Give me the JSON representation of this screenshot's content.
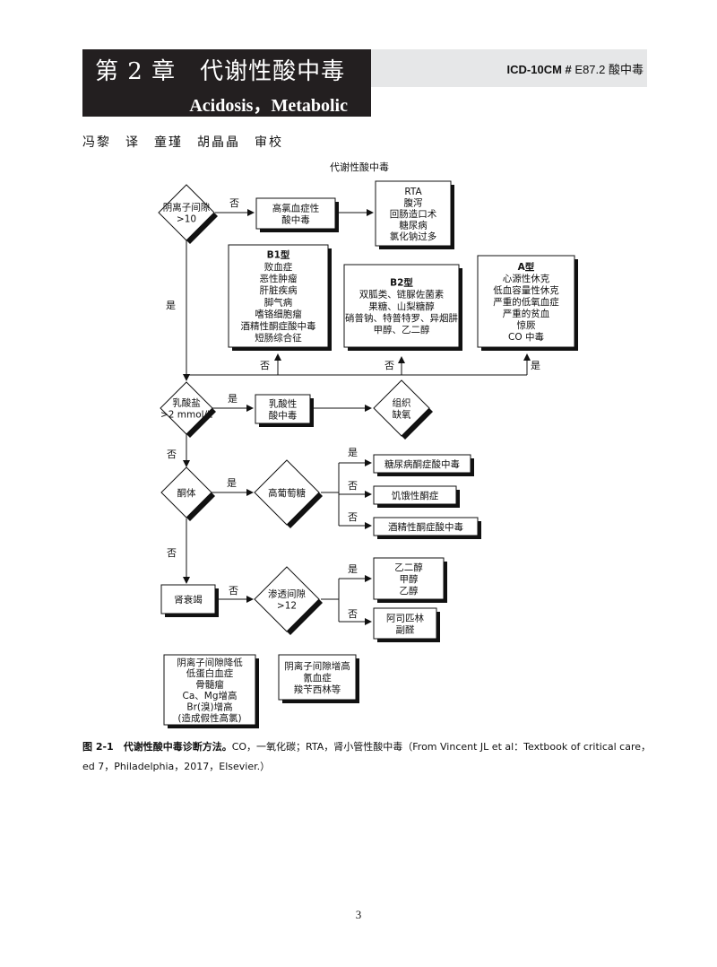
{
  "header": {
    "chapter_title": "第 2 章　代谢性酸中毒",
    "english_title": "Acidosis，Metabolic",
    "icd_label": "ICD-10CM #",
    "icd_code": "E87.2 酸中毒"
  },
  "authors": "冯黎　译　童瑾　胡晶晶　审校",
  "flowchart": {
    "title": "代谢性酸中毒",
    "nodes": {
      "d_anion_gap": [
        "阴离子间隙",
        ">10"
      ],
      "b_hyperchloremic": [
        "高氯血症性",
        "酸中毒"
      ],
      "b_rta_list": [
        "RTA",
        "腹泻",
        "回肠造口术",
        "糖尿病",
        "氯化钠过多"
      ],
      "b_b1": [
        "B1型",
        "败血症",
        "恶性肿瘤",
        "肝脏疾病",
        "脚气病",
        "嗜铬细胞瘤",
        "酒精性酮症酸中毒",
        "短肠综合征"
      ],
      "b_b2": [
        "B2型",
        "双胍类、链脲佐菌素",
        "果糖、山梨糖醇",
        "硝普钠、特普特罗、异烟肼",
        "甲醇、乙二醇"
      ],
      "b_a": [
        "A型",
        "心源性休克",
        "低血容量性休克",
        "严重的低氧血症",
        "严重的贫血",
        "惊厥",
        "CO 中毒"
      ],
      "d_lactate": [
        "乳酸盐",
        ">2 mmol/L"
      ],
      "b_lactic": [
        "乳酸性",
        "酸中毒"
      ],
      "d_hypoxia": [
        "组织",
        "缺氧"
      ],
      "d_ketone": [
        "酮体"
      ],
      "d_glucose": [
        "高葡萄糖"
      ],
      "b_dka": [
        "糖尿病酮症酸中毒"
      ],
      "b_starvation": [
        "饥饿性酮症"
      ],
      "b_alcoholic": [
        "酒精性酮症酸中毒"
      ],
      "b_renal": [
        "肾衰竭"
      ],
      "d_osmolar": [
        "渗透间隙",
        ">12"
      ],
      "b_toxic_alcohols": [
        "乙二醇",
        "甲醇",
        "乙醇"
      ],
      "b_aspirin": [
        "阿司匹林",
        "副醛"
      ],
      "b_low_gap": [
        "阴离子间隙降低",
        "低蛋白血症",
        "骨髓瘤",
        "Ca、Mg增高",
        "Br(溴)增高",
        "(造成假性高氯)"
      ],
      "b_high_gap": [
        "阴离子间隙增高",
        "氰血症",
        "羧苄西林等"
      ]
    },
    "edge_labels": {
      "no": "否",
      "yes": "是"
    }
  },
  "caption": {
    "label": "图 2-1　代谢性酸中毒诊断方法。",
    "text": "CO，一氧化碳；RTA，肾小管性酸中毒（From Vincent JL et al：Textbook of critical care，ed 7，Philadelphia，2017，Elsevier.）"
  },
  "page_number": "3"
}
